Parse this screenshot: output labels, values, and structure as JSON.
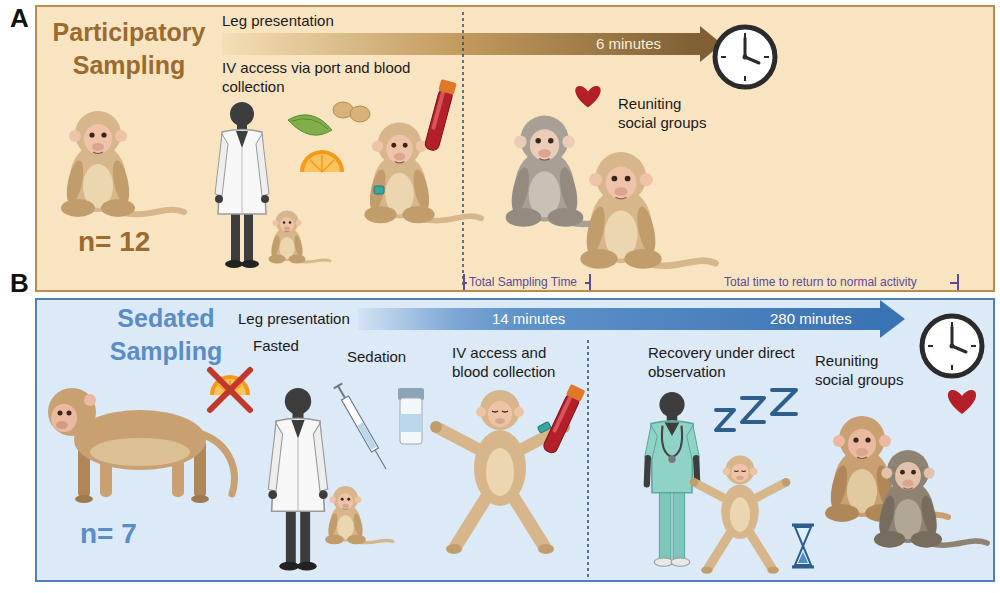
{
  "diagram": {
    "nodes": [
      {
        "text": [
          "A",
          "Participatory Sampling",
          "Leg presentation",
          "IV access via port and blood collection",
          "6 minutes",
          "Reuniting social groups",
          "n= 12"
        ]
      },
      {
        "text": [
          "B",
          "Sedated Sampling",
          "Leg presentation",
          "14 minutes",
          "280 minutes",
          "Fasted",
          "Sedation",
          "IV access and blood collection",
          "Recovery under direct observation",
          "Reuniting social groups",
          "n= 7"
        ]
      }
    ],
    "labels": [
      "Total Sampling Time",
      "Total time to return to normal activity"
    ]
  }
}
